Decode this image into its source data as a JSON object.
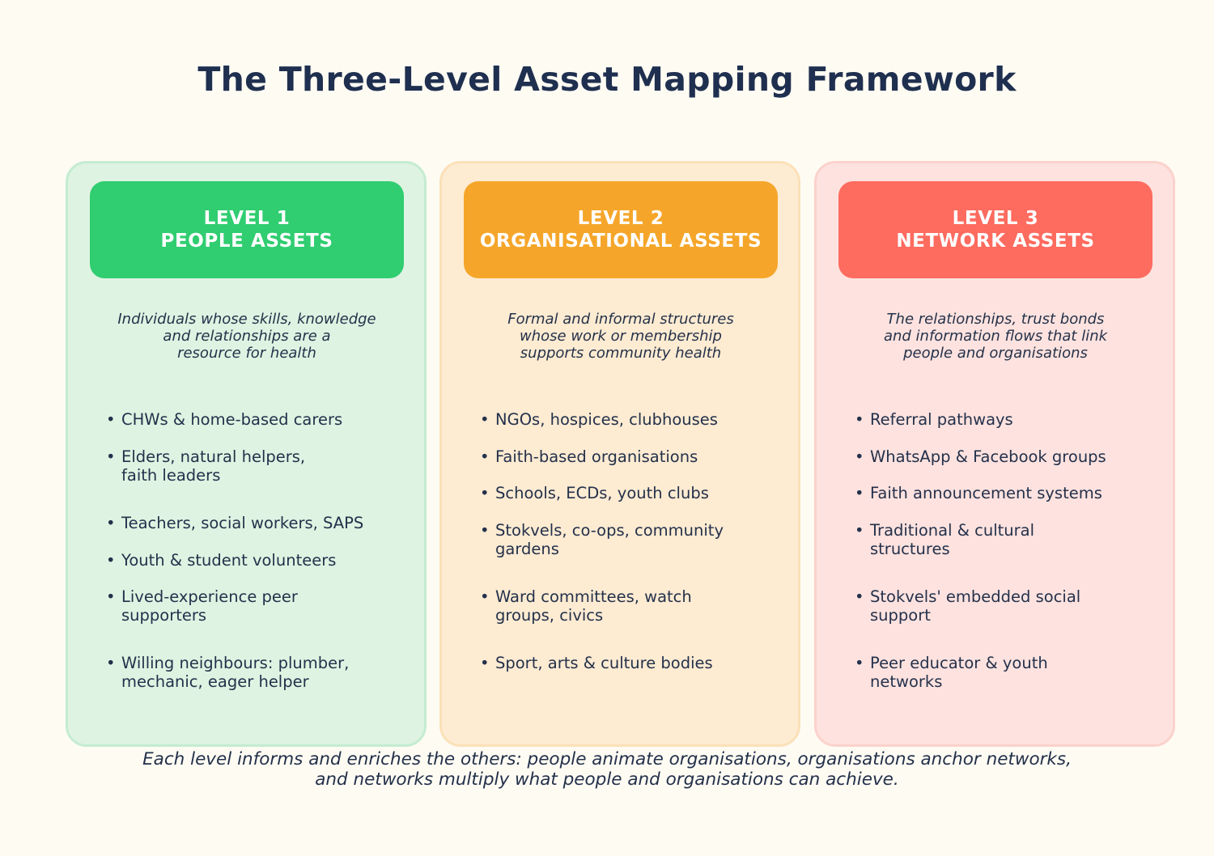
{
  "title": "The Three-Level Asset Mapping Framework",
  "levels": [
    {
      "level_label": "LEVEL 1",
      "name": "PEOPLE ASSETS",
      "description": [
        "Individuals whose skills, knowledge",
        "and relationships are a",
        "resource for health"
      ],
      "items": [
        [
          "CHWs & home-based carers"
        ],
        [
          "Elders, natural helpers,",
          "faith leaders"
        ],
        [
          "Teachers, social workers, SAPS"
        ],
        [
          "Youth & student volunteers"
        ],
        [
          "Lived-experience peer",
          "supporters"
        ],
        [
          "Willing neighbours: plumber,",
          "mechanic, eager helper"
        ]
      ]
    },
    {
      "level_label": "LEVEL 2",
      "name": "ORGANISATIONAL ASSETS",
      "description": [
        "Formal and informal structures",
        "whose work or membership",
        "supports community health"
      ],
      "items": [
        [
          "NGOs, hospices, clubhouses"
        ],
        [
          "Faith-based organisations"
        ],
        [
          "Schools, ECDs, youth clubs"
        ],
        [
          "Stokvels, co-ops, community",
          "gardens"
        ],
        [
          "Ward committees, watch",
          "groups, civics"
        ],
        [
          "Sport, arts & culture bodies"
        ]
      ]
    },
    {
      "level_label": "LEVEL 3",
      "name": "NETWORK ASSETS",
      "description": [
        "The relationships, trust bonds",
        "and information flows that link",
        "people and organisations"
      ],
      "items": [
        [
          "Referral pathways"
        ],
        [
          "WhatsApp & Facebook groups"
        ],
        [
          "Faith announcement systems"
        ],
        [
          "Traditional & cultural",
          "structures"
        ],
        [
          "Stokvels' embedded social",
          "support"
        ],
        [
          "Peer educator & youth",
          "networks"
        ]
      ]
    }
  ],
  "footer": [
    "Each level informs and enriches the others: people animate organisations, organisations anchor networks,",
    "and networks multiply what people and organisations can achieve."
  ]
}
